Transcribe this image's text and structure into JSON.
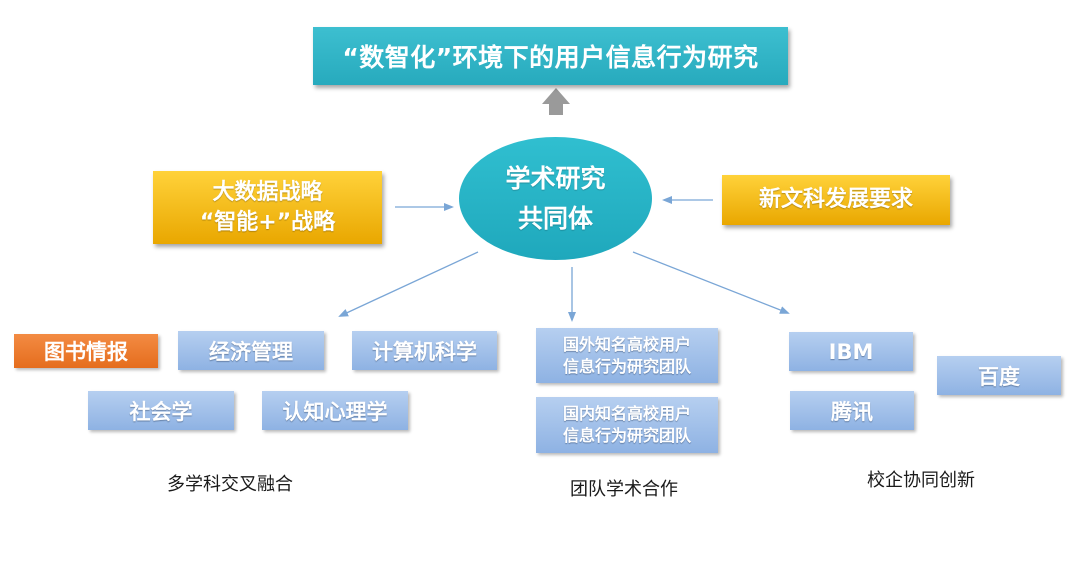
{
  "title": "“数智化”环境下的用户信息行为研究",
  "hub": {
    "line1": "学术研究",
    "line2": "共同体"
  },
  "left_driver": {
    "line1": "大数据战略",
    "line2": "“智能+”战略"
  },
  "right_driver": "新文科发展要求",
  "disciplines": {
    "library": "图书情报",
    "economics": "经济管理",
    "computer_science": "计算机科学",
    "sociology": "社会学",
    "cognitive_psychology": "认知心理学",
    "caption": "多学科交叉融合"
  },
  "teams": {
    "foreign_line1": "国外知名高校用户",
    "foreign_line2": "信息行为研究团队",
    "domestic_line1": "国内知名高校用户",
    "domestic_line2": "信息行为研究团队",
    "caption": "团队学术合作"
  },
  "companies": {
    "ibm": "IBM",
    "baidu": "百度",
    "tencent": "腾讯",
    "caption": "校企协同创新"
  },
  "colors": {
    "teal": "#2bb3c5",
    "gold": "#f5b800",
    "blue": "#9dbde9",
    "orange": "#e9762a",
    "arrow": "#7aa6d6",
    "up_arrow": "#9a9a9a"
  }
}
